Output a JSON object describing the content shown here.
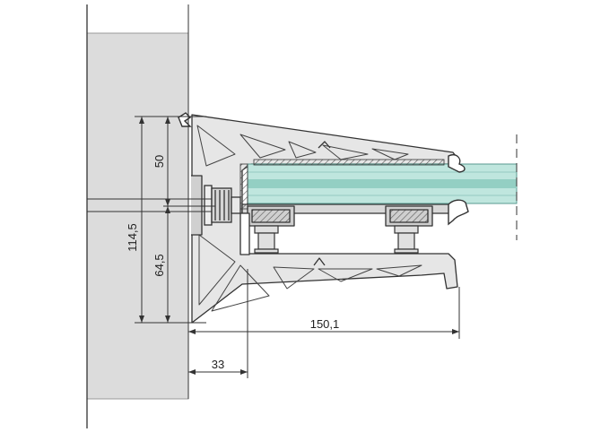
{
  "dimensions": {
    "total_height": "114,5",
    "upper_height": "50",
    "lower_height": "64,5",
    "depth": "150,1",
    "offset": "33"
  },
  "colors": {
    "wall": "#dcdcdc",
    "profile": "#e6e6e6",
    "glass": "#bfe6de",
    "glass_core": "#93cfc3",
    "line": "#333333"
  }
}
